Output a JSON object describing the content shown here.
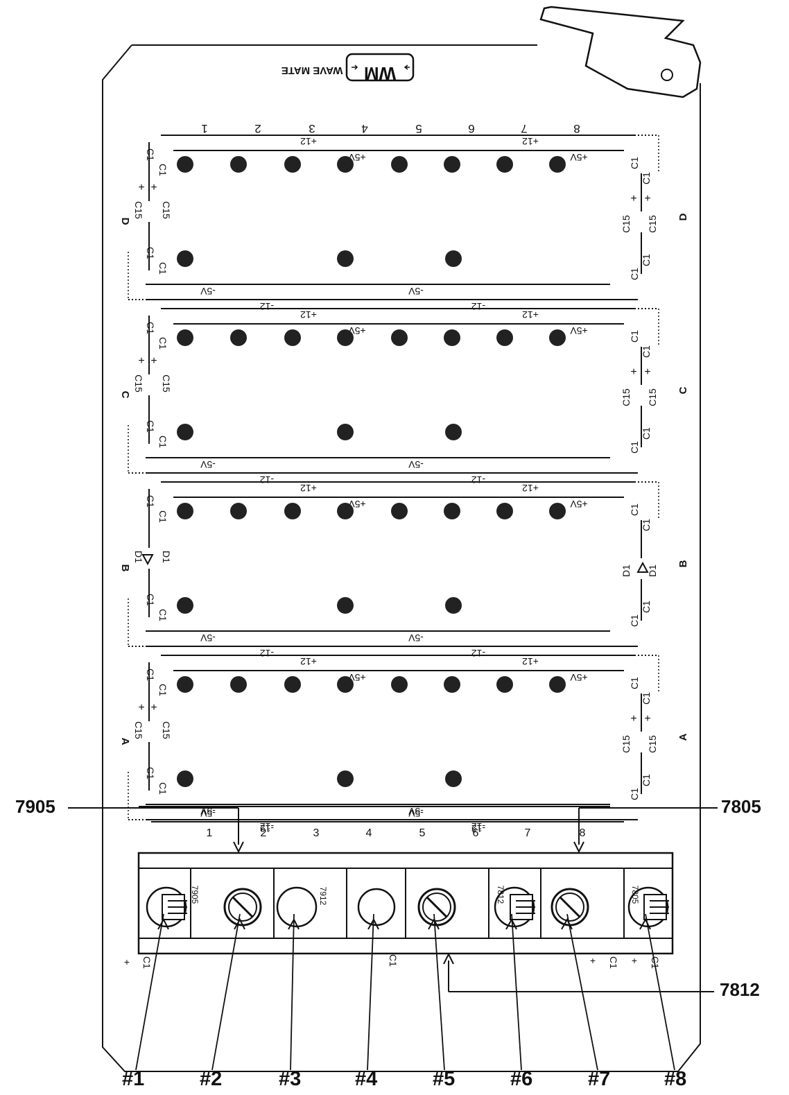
{
  "brand": {
    "name": "WAVE MATE",
    "logo_letters": "WM"
  },
  "regulators": {
    "left": "7905",
    "right": "7805",
    "bottom": "7812"
  },
  "positions": [
    "#1",
    "#2",
    "#3",
    "#4",
    "#5",
    "#6",
    "#7",
    "#8"
  ],
  "top_numbers": [
    "1",
    "2",
    "3",
    "4",
    "5",
    "6",
    "7",
    "8"
  ],
  "bottom_numbers": [
    "1",
    "2",
    "3",
    "4",
    "5",
    "6",
    "7",
    "8"
  ],
  "rows": [
    {
      "name": "D",
      "component": "C15"
    },
    {
      "name": "C",
      "component": "C15"
    },
    {
      "name": "B",
      "component": "D1"
    },
    {
      "name": "A",
      "component": "C15"
    }
  ],
  "rails": {
    "p12": "+12",
    "p5": "+5V",
    "m5": "-5V",
    "m12": "-12"
  },
  "cap_label": "C1",
  "plus_sign": "+",
  "chip_labels": {
    "s1": "7905",
    "s3": "7912",
    "s6": "7812",
    "s8": "7805"
  }
}
